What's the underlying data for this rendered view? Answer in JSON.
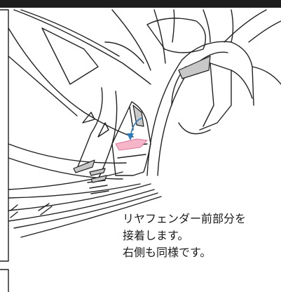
{
  "instruction": {
    "line1": "リヤフェンダー前部分を",
    "line2": "接着します。",
    "line3": "右側も同様です。"
  },
  "colors": {
    "line": "#222222",
    "part_gray": "#c8c8c8",
    "highlight_pink": "#f4b6c8",
    "arrow_blue": "#2b7bbd",
    "top_bar": "#1e1e1e"
  }
}
